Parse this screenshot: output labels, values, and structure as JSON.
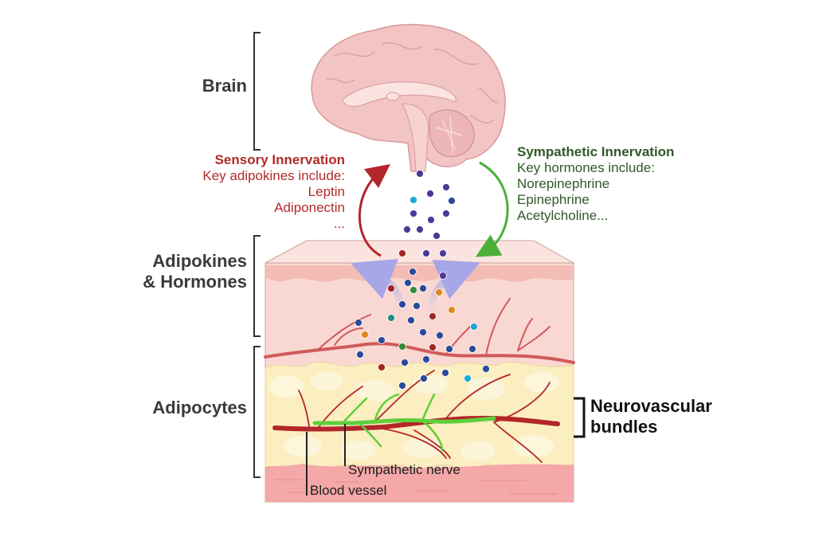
{
  "section_labels": {
    "brain": "Brain",
    "adipokines_hormones_line1": "Adipokines",
    "adipokines_hormones_line2": "& Hormones",
    "adipocytes": "Adipocytes"
  },
  "sensory_innervation": {
    "title": "Sensory Innervation",
    "subtitle": "Key adipokines include:",
    "items": [
      "Leptin",
      "Adiponectin",
      "..."
    ],
    "color": "#b22a2a"
  },
  "sympathetic_innervation": {
    "title": "Sympathetic Innervation",
    "subtitle": "Key hormones include:",
    "items": [
      "Norepinephrine",
      "Epinephrine",
      "Acetylcholine..."
    ],
    "color": "#2f5a27"
  },
  "neurovascular": {
    "line1": "Neurovascular",
    "line2": "bundles"
  },
  "callouts": {
    "sympathetic_nerve": "Sympathetic nerve",
    "blood_vessel": "Blood vessel"
  },
  "colors": {
    "brain": "#f2c4c4",
    "tissue_top": "#fbe0dc",
    "dermis": "#f9d7d3",
    "fat": "#fbeec0",
    "muscle": "#f4a8a8",
    "vessel": "#b3262b",
    "nerve": "#5fcf3c",
    "molecule_blue": "#2a4a9a",
    "molecule_purple": "#4a3a9a",
    "molecule_red": "#a02626",
    "molecule_green": "#2e8b3a",
    "molecule_orange": "#e08a1e",
    "molecule_cyan": "#1ea8d8",
    "molecule_teal": "#2a8a8a"
  }
}
